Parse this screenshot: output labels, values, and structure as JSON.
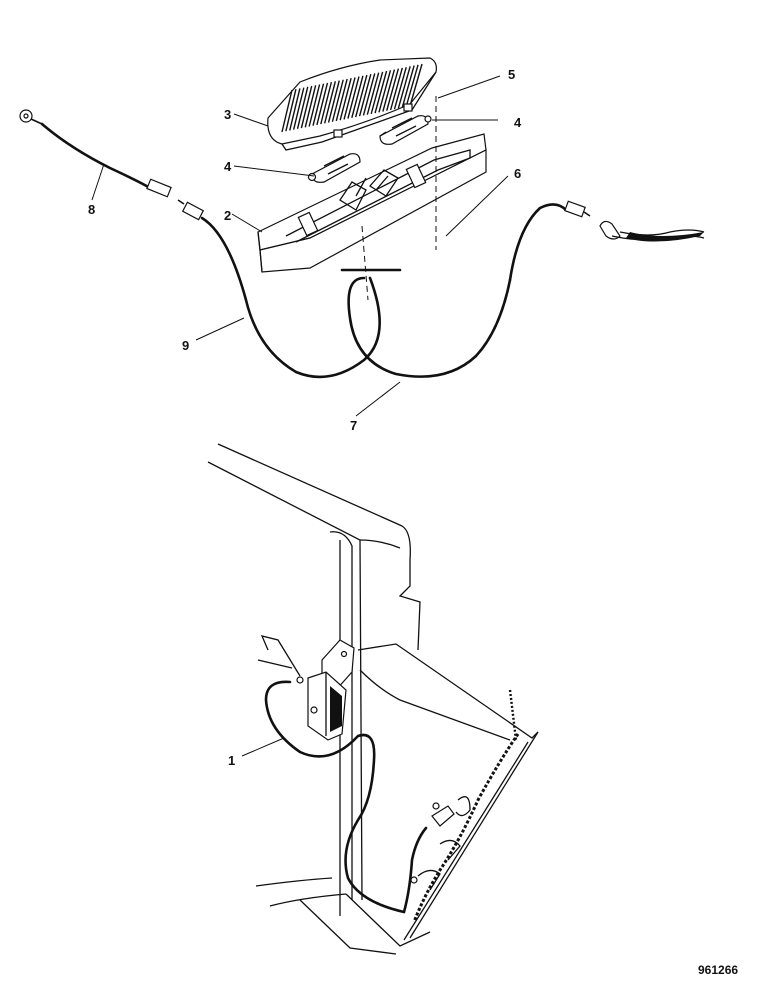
{
  "callouts": [
    {
      "id": "c1",
      "text": "1"
    },
    {
      "id": "c2",
      "text": "2"
    },
    {
      "id": "c3",
      "text": "3"
    },
    {
      "id": "c4a",
      "text": "4"
    },
    {
      "id": "c4b",
      "text": "4"
    },
    {
      "id": "c5",
      "text": "5"
    },
    {
      "id": "c6",
      "text": "6"
    },
    {
      "id": "c7",
      "text": "7"
    },
    {
      "id": "c8",
      "text": "8"
    },
    {
      "id": "c9",
      "text": "9"
    }
  ],
  "reference_number": "961266",
  "colors": {
    "ink": "#111111",
    "paper": "#ffffff"
  }
}
